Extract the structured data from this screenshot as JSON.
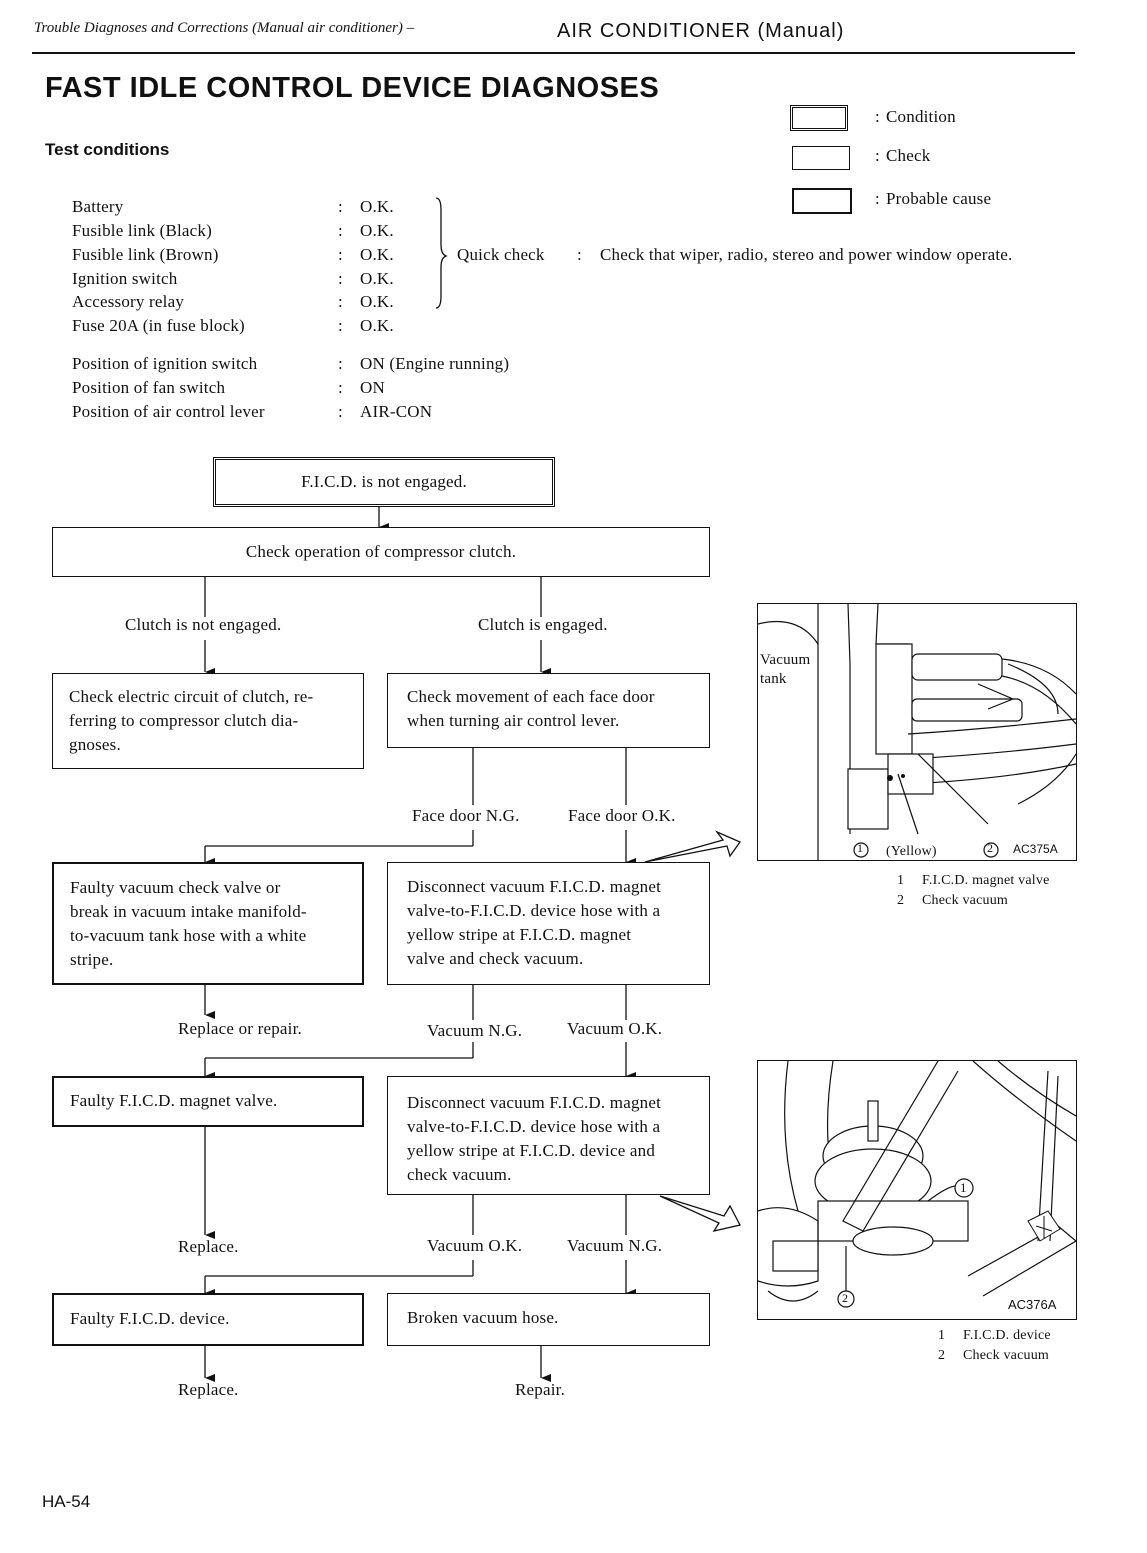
{
  "header": {
    "left": "Trouble Diagnoses and Corrections (Manual air conditioner) –",
    "right": "AIR CONDITIONER (Manual)"
  },
  "title": "FAST IDLE CONTROL DEVICE DIAGNOSES",
  "test_conditions": {
    "heading": "Test conditions",
    "rows": [
      {
        "label": "Battery",
        "value": "O.K."
      },
      {
        "label": "Fusible link (Black)",
        "value": "O.K."
      },
      {
        "label": "Fusible link (Brown)",
        "value": "O.K."
      },
      {
        "label": "Ignition switch",
        "value": "O.K."
      },
      {
        "label": "Accessory relay",
        "value": "O.K."
      },
      {
        "label": "Fuse 20A (in fuse block)",
        "value": "O.K."
      }
    ],
    "positions": [
      {
        "label": "Position of ignition switch",
        "value": "ON (Engine running)"
      },
      {
        "label": "Position of fan switch",
        "value": "ON"
      },
      {
        "label": "Position of air control lever",
        "value": "AIR-CON"
      }
    ],
    "colon": ":",
    "quick_check_label": "Quick check",
    "quick_check_text": "Check that wiper, radio, stereo and power window operate."
  },
  "legend": {
    "condition": "Condition",
    "check": "Check",
    "probable_cause": "Probable cause"
  },
  "flow": {
    "start": "F.I.C.D. is not engaged.",
    "check_compressor": "Check operation of compressor clutch.",
    "clutch_not_engaged": "Clutch is not engaged.",
    "clutch_engaged": "Clutch is engaged.",
    "check_electric": [
      "Check electric circuit of clutch, re-",
      "ferring to compressor clutch dia-",
      "gnoses."
    ],
    "check_face_door": [
      "Check movement of each face door",
      "when turning air control lever."
    ],
    "face_door_ng": "Face door N.G.",
    "face_door_ok": "Face door O.K.",
    "faulty_vacuum": [
      "Faulty vacuum check valve or",
      "break in vacuum intake manifold-",
      "to-vacuum tank hose with a white",
      "stripe."
    ],
    "disconnect_magnet": [
      "Disconnect vacuum F.I.C.D. magnet",
      "valve-to-F.I.C.D. device hose with a",
      "yellow stripe at F.I.C.D. magnet",
      "valve and check vacuum."
    ],
    "replace_or_repair": "Replace or repair.",
    "vacuum_ng_1": "Vacuum N.G.",
    "vacuum_ok_1": "Vacuum O.K.",
    "faulty_magnet_valve": "Faulty F.I.C.D. magnet valve.",
    "disconnect_device": [
      "Disconnect vacuum F.I.C.D. magnet",
      "valve-to-F.I.C.D. device hose with a",
      "yellow stripe at F.I.C.D. device and",
      "check vacuum."
    ],
    "replace_1": "Replace.",
    "vacuum_ok_2": "Vacuum O.K.",
    "vacuum_ng_2": "Vacuum N.G.",
    "faulty_device": "Faulty F.I.C.D. device.",
    "broken_hose": "Broken vacuum hose.",
    "replace_2": "Replace.",
    "repair": "Repair."
  },
  "figure1": {
    "label_vacuum": "Vacuum",
    "label_tank": "tank",
    "callout1": "1",
    "callout2": "2",
    "yellow": "(Yellow)",
    "code": "AC375A",
    "captions": [
      {
        "num": "1",
        "text": "F.I.C.D. magnet valve"
      },
      {
        "num": "2",
        "text": "Check vacuum"
      }
    ]
  },
  "figure2": {
    "callout1": "1",
    "callout2": "2",
    "code": "AC376A",
    "captions": [
      {
        "num": "1",
        "text": "F.I.C.D. device"
      },
      {
        "num": "2",
        "text": "Check vacuum"
      }
    ]
  },
  "page_number": "HA-54"
}
